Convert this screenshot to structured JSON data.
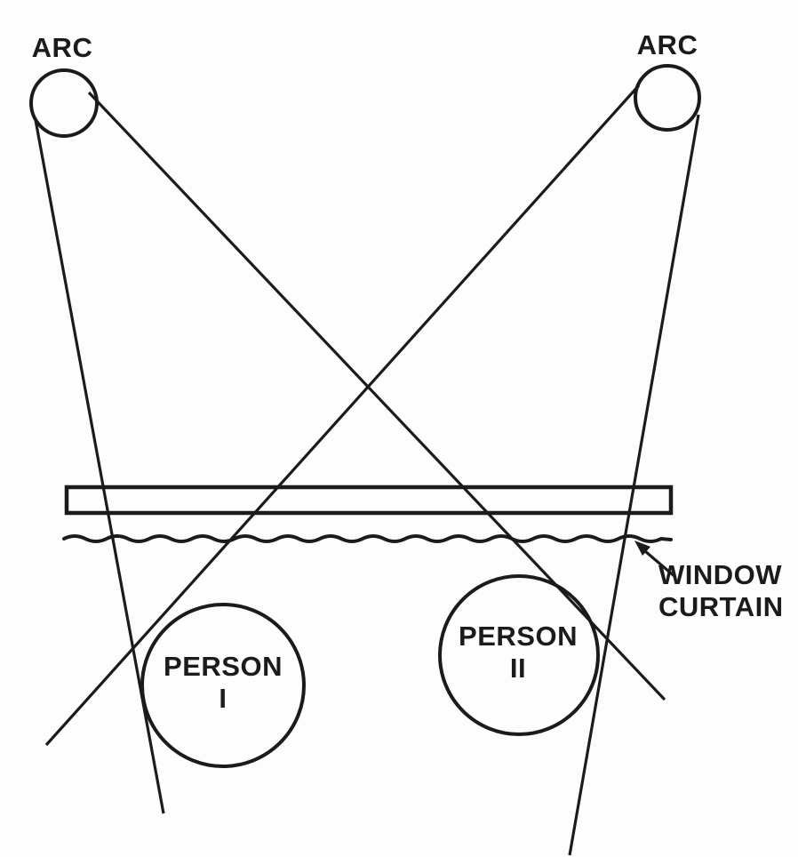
{
  "diagram": {
    "description": "Two arc lamps casting crossed light beams past a window bar and curtain onto two persons",
    "labels": {
      "arc_left": "ARC",
      "arc_right": "ARC",
      "person1_line1": "PERSON",
      "person1_line2": "I",
      "person2_line1": "PERSON",
      "person2_line2": "II",
      "curtain_line1": "WINDOW",
      "curtain_line2": "CURTAIN"
    },
    "colors": {
      "ink": "#1b1b1b",
      "background": "#fdfdfd"
    }
  }
}
